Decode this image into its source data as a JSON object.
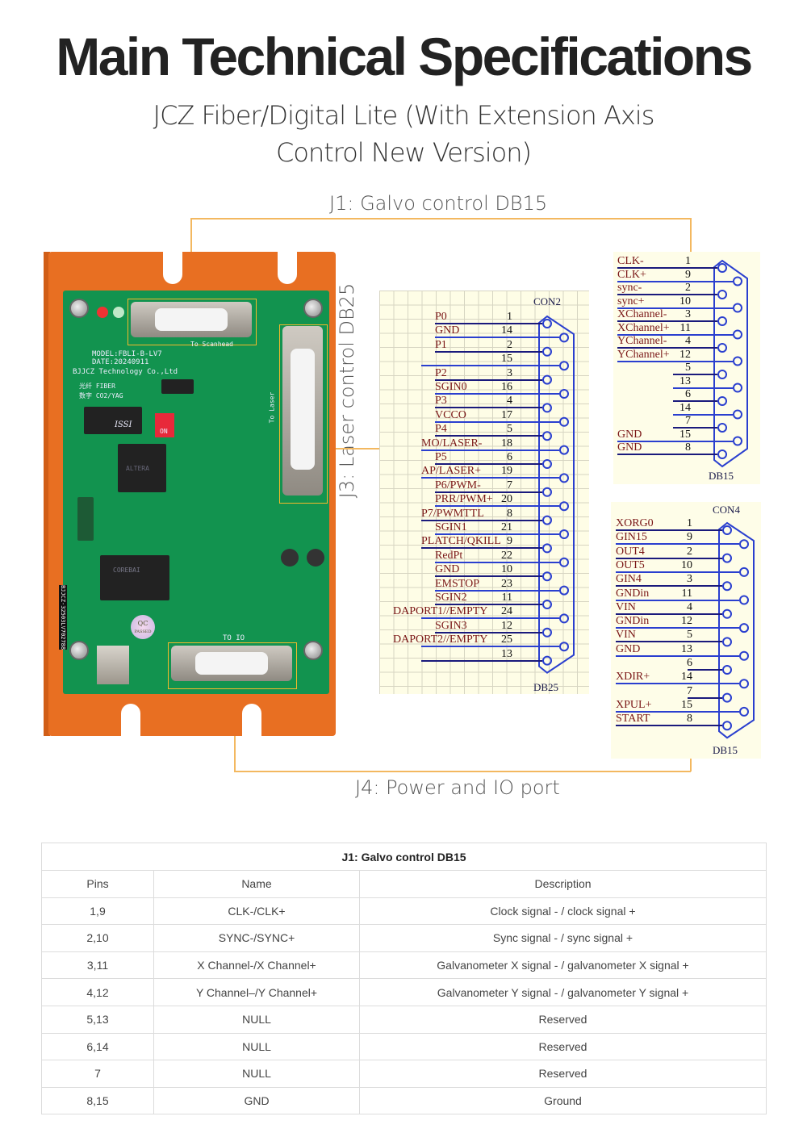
{
  "header": {
    "title": "Main Technical Specifications",
    "subtitle_line1": "JCZ Fiber/Digital Lite (With Extension Axis",
    "subtitle_line2": "Control New Version)"
  },
  "callouts": {
    "j1": "J1: Galvo control DB15",
    "j3": "J3: Laser control DB25",
    "j4": "J4: Power and IO port"
  },
  "board": {
    "model": "MODEL:FBLI-B-LV7",
    "date": "DATE:20240911",
    "maker": "BJJCZ Technology Co.,Ltd",
    "mode_fiber": "光纤 FIBER",
    "mode_digital": "数字 CO2/YAG",
    "to_scanhead": "To Scanhead",
    "to_laser": "To Laser",
    "to_io": "TO IO",
    "chip_issi": "ISSI",
    "chip_altera": "ALTERA",
    "chip_corebai": "COREBAI",
    "dip_label": "ON",
    "qc": "QC",
    "qc_passed": "PASSED",
    "barcode": "BJJCZ-32503LV702788",
    "colors": {
      "case": "#e86f22",
      "pcb": "#12934f",
      "highlight": "#f2b92c"
    }
  },
  "schematic_db25": {
    "connector": "CON2",
    "type": "DB25",
    "pins": [
      {
        "name": "P0",
        "pin": "1"
      },
      {
        "name": "GND",
        "pin": "14"
      },
      {
        "name": "P1",
        "pin": "2"
      },
      {
        "name": "",
        "pin": "15"
      },
      {
        "name": "P2",
        "pin": "3"
      },
      {
        "name": "SGIN0",
        "pin": "16"
      },
      {
        "name": "P3",
        "pin": "4"
      },
      {
        "name": "VCCO",
        "pin": "17"
      },
      {
        "name": "P4",
        "pin": "5"
      },
      {
        "name": "MO/LASER-",
        "pin": "18"
      },
      {
        "name": "P5",
        "pin": "6"
      },
      {
        "name": "AP/LASER+",
        "pin": "19"
      },
      {
        "name": "P6/PWM-",
        "pin": "7"
      },
      {
        "name": "PRR/PWM+",
        "pin": "20"
      },
      {
        "name": "P7/PWMTTL",
        "pin": "8"
      },
      {
        "name": "SGIN1",
        "pin": "21"
      },
      {
        "name": "PLATCH/QKILL",
        "pin": "9"
      },
      {
        "name": "RedPt",
        "pin": "22"
      },
      {
        "name": "GND",
        "pin": "10"
      },
      {
        "name": "EMSTOP",
        "pin": "23"
      },
      {
        "name": "SGIN2",
        "pin": "11"
      },
      {
        "name": "DAPORT1//EMPTY",
        "pin": "24"
      },
      {
        "name": "SGIN3",
        "pin": "12"
      },
      {
        "name": "DAPORT2//EMPTY",
        "pin": "25"
      },
      {
        "name": "",
        "pin": "13"
      }
    ]
  },
  "schematic_db15_j1": {
    "type": "DB15",
    "pins": [
      {
        "name": "CLK-",
        "pin": "1"
      },
      {
        "name": "CLK+",
        "pin": "9"
      },
      {
        "name": "sync-",
        "pin": "2"
      },
      {
        "name": "sync+",
        "pin": "10"
      },
      {
        "name": "XChannel-",
        "pin": "3"
      },
      {
        "name": "XChannel+",
        "pin": "11"
      },
      {
        "name": "YChannel-",
        "pin": "4"
      },
      {
        "name": "YChannel+",
        "pin": "12"
      },
      {
        "name": "",
        "pin": "5"
      },
      {
        "name": "",
        "pin": "13"
      },
      {
        "name": "",
        "pin": "6"
      },
      {
        "name": "",
        "pin": "14"
      },
      {
        "name": "",
        "pin": "7"
      },
      {
        "name": "GND",
        "pin": "15"
      },
      {
        "name": "GND",
        "pin": "8"
      }
    ]
  },
  "schematic_db15_j4": {
    "connector": "CON4",
    "type": "DB15",
    "pins": [
      {
        "name": "XORG0",
        "pin": "1"
      },
      {
        "name": "GIN15",
        "pin": "9"
      },
      {
        "name": "OUT4",
        "pin": "2"
      },
      {
        "name": "OUT5",
        "pin": "10"
      },
      {
        "name": "GIN4",
        "pin": "3"
      },
      {
        "name": "GNDin",
        "pin": "11"
      },
      {
        "name": "VIN",
        "pin": "4"
      },
      {
        "name": "GNDin",
        "pin": "12"
      },
      {
        "name": "VIN",
        "pin": "5"
      },
      {
        "name": "GND",
        "pin": "13"
      },
      {
        "name": "",
        "pin": "6"
      },
      {
        "name": "XDIR+",
        "pin": "14"
      },
      {
        "name": "",
        "pin": "7"
      },
      {
        "name": "XPUL+",
        "pin": "15"
      },
      {
        "name": "START",
        "pin": "8"
      }
    ]
  },
  "table": {
    "caption": "J1: Galvo control DB15",
    "headers": [
      "Pins",
      "Name",
      "Description"
    ],
    "rows": [
      [
        "1,9",
        "CLK-/CLK+",
        "Clock signal - / clock signal +"
      ],
      [
        "2,10",
        "SYNC-/SYNC+",
        "Sync signal - / sync signal +"
      ],
      [
        "3,11",
        "X Channel-/X Channel+",
        "Galvanometer X signal - / galvanometer X signal +"
      ],
      [
        "4,12",
        "Y Channel–/Y Channel+",
        "Galvanometer Y signal - / galvanometer Y signal +"
      ],
      [
        "5,13",
        "NULL",
        "Reserved"
      ],
      [
        "6,14",
        "NULL",
        "Reserved"
      ],
      [
        "7",
        "NULL",
        "Reserved"
      ],
      [
        "8,15",
        "GND",
        "Ground"
      ]
    ]
  }
}
